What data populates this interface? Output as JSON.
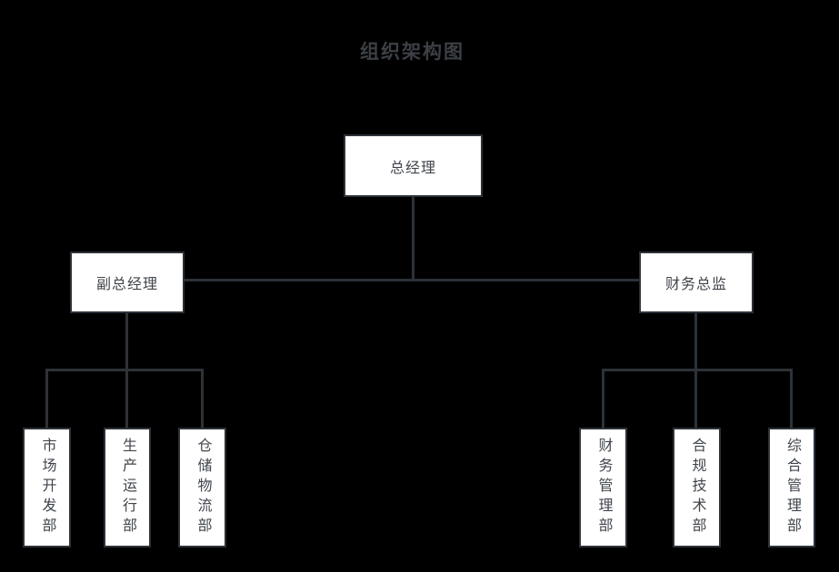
{
  "title": "组织架构图",
  "colors": {
    "background": "#000000",
    "node_fill": "#ffffff",
    "node_border": "#2d3238",
    "connector": "#2d3238",
    "node_text": "#40454b",
    "title_text": "#3c4045"
  },
  "org_chart": {
    "root": {
      "label": "总经理"
    },
    "branches": [
      {
        "manager": {
          "label": "副总经理"
        },
        "departments": [
          {
            "label": "市场开发部"
          },
          {
            "label": "生产运行部"
          },
          {
            "label": "仓储物流部"
          }
        ]
      },
      {
        "manager": {
          "label": "财务总监"
        },
        "departments": [
          {
            "label": "财务管理部"
          },
          {
            "label": "合规技术部"
          },
          {
            "label": "综合管理部"
          }
        ]
      }
    ]
  }
}
